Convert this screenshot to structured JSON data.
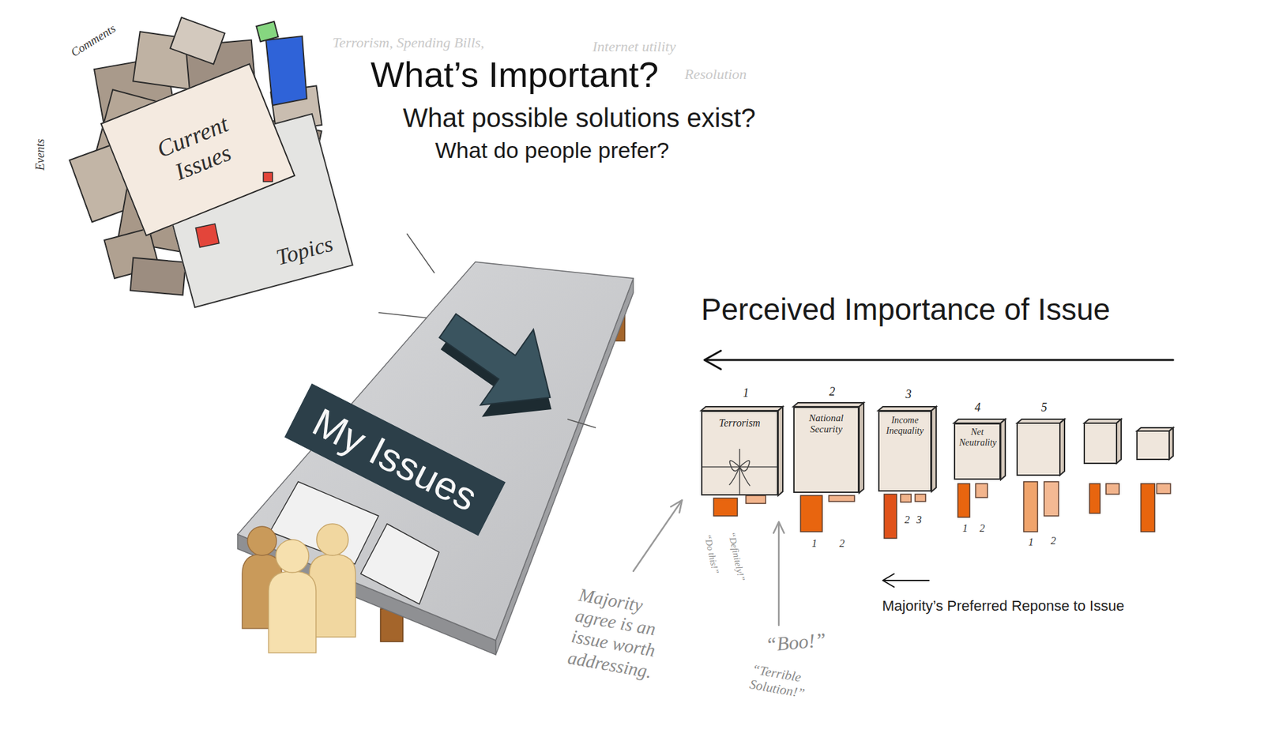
{
  "diagram": {
    "title": "What’s Important?",
    "nodes": [
      {
        "text": [
          "Current Issues"
        ]
      },
      {
        "text": [
          "Topics"
        ]
      },
      {
        "text": [
          "My Issues"
        ]
      },
      {
        "text": [
          "Terrorism"
        ]
      },
      {
        "text": [
          "National Security"
        ]
      },
      {
        "text": [
          "Income Inequality"
        ]
      },
      {
        "text": [
          "Net Neutrality"
        ]
      }
    ],
    "labels": [
      "What possible solutions exist?",
      "What do people prefer?",
      "Comments",
      "Events",
      "Terrorism, Spending Bills,",
      "Internet utility",
      "Resolution",
      "Perceived Importance of Issue",
      "1",
      "2",
      "3",
      "4",
      "5",
      "“Do this!”",
      "“Definitely!”",
      "1",
      "2",
      "2",
      "3",
      "1",
      "2",
      "1",
      "2",
      "Majority agree is an issue worth addressing.",
      "“Boo!”",
      "“Terrible Solution!”",
      "Majority’s Preferred Reponse to Issue"
    ]
  }
}
